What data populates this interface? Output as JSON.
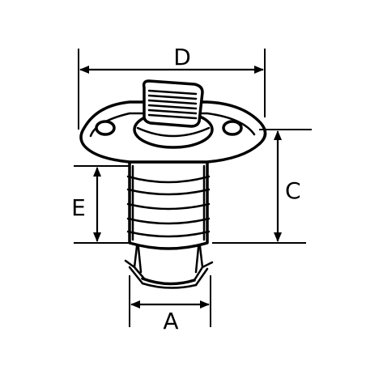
{
  "dimensions": {
    "d": "D",
    "c": "C",
    "e": "E",
    "a": "A"
  },
  "colors": {
    "line": "#000000",
    "background": "#ffffff"
  }
}
